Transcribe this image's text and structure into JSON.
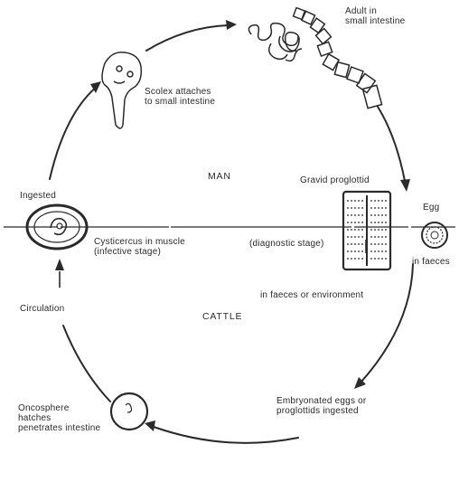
{
  "labels": {
    "adult": "Adult in\nsmall intestine",
    "scolex": "Scolex attaches\nto small intestine",
    "man": "MAN",
    "gravid": "Gravid proglottid",
    "ingested": "Ingested",
    "egg": "Egg",
    "in_faeces": "in faeces",
    "cysticercus": "Cysticercus in muscle\n(infective stage)",
    "diagnostic": "(diagnostic stage)",
    "environment": "in faeces or environment",
    "cattle": "CATTLE",
    "circulation": "Circulation",
    "oncosphere": "Oncosphere\nhatches\npenetrates intestine",
    "embryonated": "Embryonated eggs or\nproglottids ingested"
  },
  "colors": {
    "ink": "#2a2a2a",
    "background": "#ffffff"
  },
  "icons": [
    "adult-tapeworm-icon",
    "scolex-icon",
    "gravid-proglottid-icon",
    "egg-icon",
    "cysticercus-icon",
    "oncosphere-icon"
  ]
}
